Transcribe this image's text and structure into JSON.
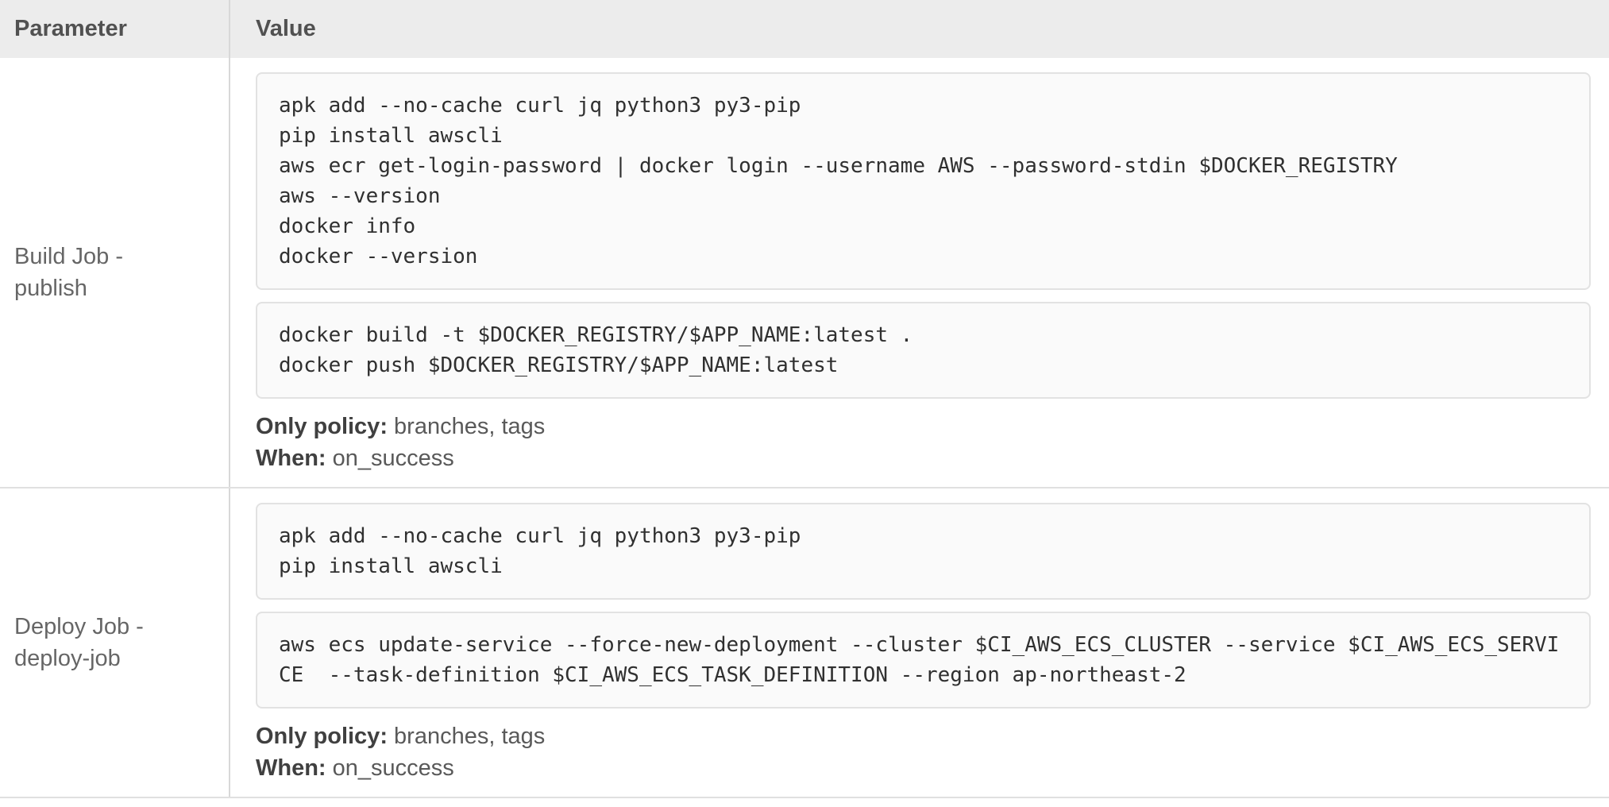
{
  "table": {
    "columns": {
      "parameter": "Parameter",
      "value": "Value"
    },
    "rows": [
      {
        "parameter": "Build Job - publish",
        "code_blocks": {
          "0": "apk add --no-cache curl jq python3 py3-pip\npip install awscli\naws ecr get-login-password | docker login --username AWS --password-stdin $DOCKER_REGISTRY\naws --version\ndocker info\ndocker --version",
          "1": "docker build -t $DOCKER_REGISTRY/$APP_NAME:latest .\ndocker push $DOCKER_REGISTRY/$APP_NAME:latest"
        },
        "only_policy_label": "Only policy:",
        "only_policy_value": "branches, tags",
        "when_label": "When:",
        "when_value": "on_success"
      },
      {
        "parameter": "Deploy Job - deploy-job",
        "code_blocks": {
          "0": "apk add --no-cache curl jq python3 py3-pip\npip install awscli",
          "1": "aws ecs update-service --force-new-deployment --cluster $CI_AWS_ECS_CLUSTER --service $CI_AWS_ECS_SERVICE  --task-definition $CI_AWS_ECS_TASK_DEFINITION --region ap-northeast-2"
        },
        "only_policy_label": "Only policy:",
        "only_policy_value": "branches, tags",
        "when_label": "When:",
        "when_value": "on_success"
      }
    ]
  },
  "colors": {
    "header_bg": "#ececec",
    "code_bg": "#fafafa",
    "code_border": "#e2e2e2",
    "divider": "#e0e0e0",
    "label_text": "#666666",
    "code_text": "#303030"
  }
}
